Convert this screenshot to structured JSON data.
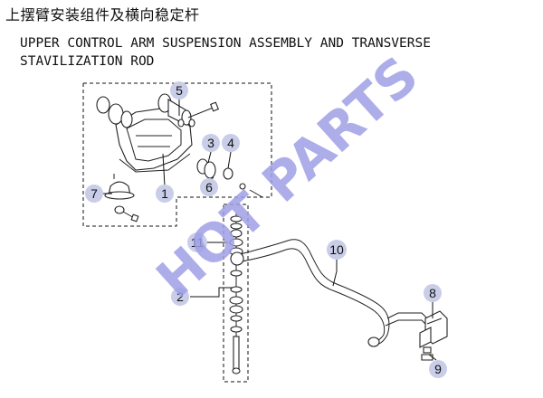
{
  "title": {
    "chinese": "上摆臂安装组件及横向稳定杆",
    "english_line1": "UPPER CONTROL ARM SUSPENSION ASSEMBLY AND TRANSVERSE",
    "english_line2": "STAVILIZATION ROD"
  },
  "watermark": "HOT PARTS",
  "callouts": [
    {
      "id": "1",
      "label": "1"
    },
    {
      "id": "2",
      "label": "2"
    },
    {
      "id": "3",
      "label": "3"
    },
    {
      "id": "4",
      "label": "4"
    },
    {
      "id": "5",
      "label": "5"
    },
    {
      "id": "6",
      "label": "6"
    },
    {
      "id": "7",
      "label": "7"
    },
    {
      "id": "8",
      "label": "8"
    },
    {
      "id": "9",
      "label": "9"
    },
    {
      "id": "10",
      "label": "10"
    },
    {
      "id": "11",
      "label": "11"
    }
  ],
  "colors": {
    "callout_fill": "#c9cde8",
    "watermark": "#9f9fe6",
    "line": "#222222"
  }
}
